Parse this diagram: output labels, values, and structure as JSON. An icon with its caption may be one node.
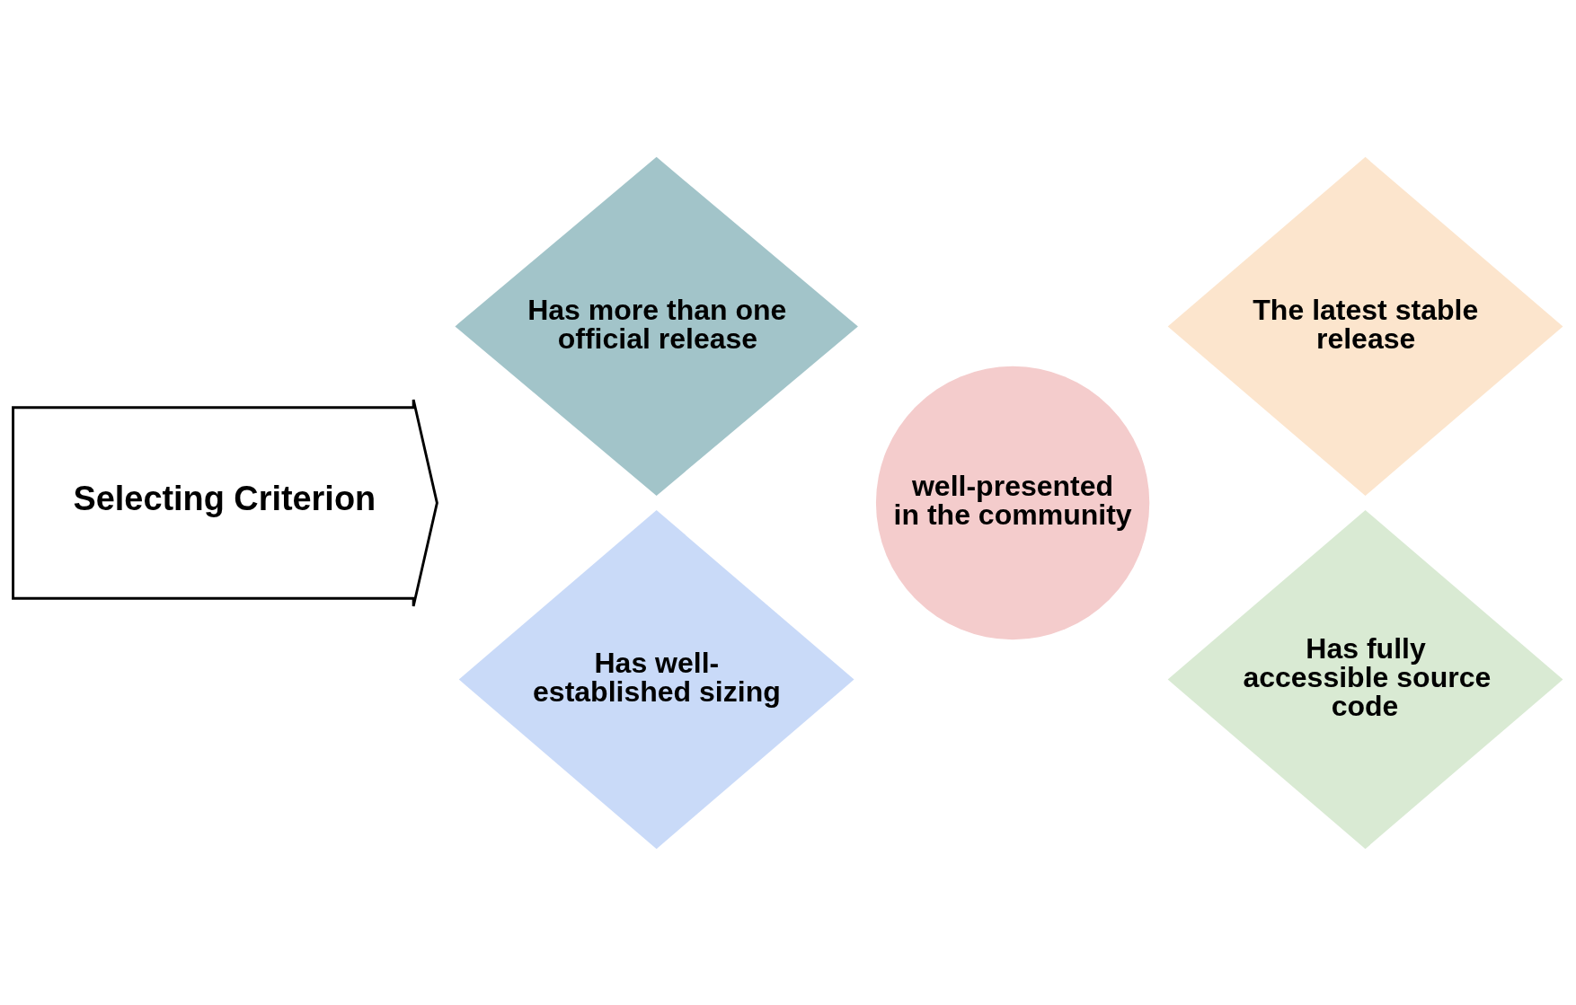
{
  "diagram": {
    "nodes": [
      {
        "text": [
          "Selecting Criterion"
        ]
      },
      {
        "text": [
          "Has more than one official release"
        ]
      },
      {
        "text": [
          "The latest stable release"
        ]
      },
      {
        "text": [
          "well-presented in the community"
        ]
      },
      {
        "text": [
          "Has well-established sizing"
        ]
      },
      {
        "text": [
          "Has fully accessible source code"
        ]
      }
    ]
  }
}
